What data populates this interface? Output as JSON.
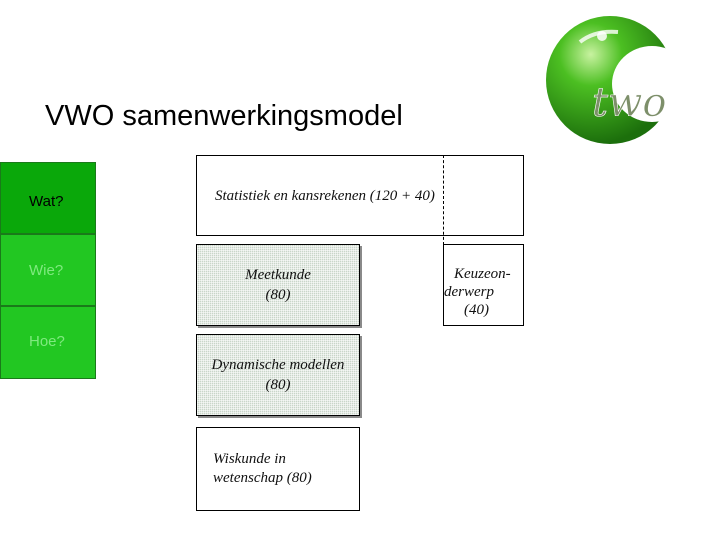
{
  "title": "VWO samenwerkingsmodel",
  "logo": {
    "text": "two"
  },
  "sidebar": {
    "items": [
      {
        "label": "Wat?"
      },
      {
        "label": "Wie?"
      },
      {
        "label": "Hoe?"
      }
    ]
  },
  "blocks": {
    "statistiek": {
      "text": "Statistiek en kansrekenen (120 + 40)"
    },
    "meetkunde": {
      "line1": "Meetkunde",
      "line2": "(80)"
    },
    "keuze": {
      "line1": "Keuzeon-",
      "line2": "derwerp",
      "line3": "(40)"
    },
    "dynamische": {
      "line1": "Dynamische modellen",
      "line2": "(80)"
    },
    "wiskunde": {
      "line1": "Wiskunde in",
      "line2": "wetenschap (80)"
    }
  },
  "colors": {
    "sidebar_dark_green": "#0aa80a",
    "sidebar_light_green": "#22c722",
    "hatched_fill": "#c9d6c9"
  }
}
